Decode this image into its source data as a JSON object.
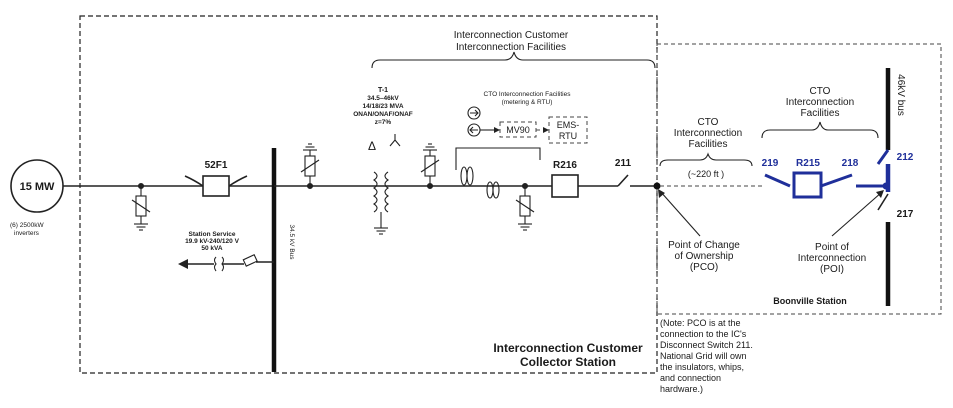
{
  "source": {
    "rating": "15 MW",
    "inverters": "(6) 2500kW inverters"
  },
  "breaker_52f1": "52F1",
  "station_service": {
    "title": "Station Service",
    "voltage": "19.9 kV-240/120 V",
    "rating": "50 kVA"
  },
  "bus_34kv": "34.5 kV Bus",
  "transformer": {
    "name": "T-1",
    "voltage": "34.5–46kV",
    "rating": "14/18/23 MVA",
    "cooling": "ONAN/ONAF/ONAF",
    "impedance": "z=7%"
  },
  "ic_facilities": {
    "line1": "Interconnection Customer",
    "line2": "Interconnection Facilities"
  },
  "cto_metering": {
    "title": "CTO Interconnection Facilities",
    "subtitle": "(metering & RTU)",
    "mv90": "MV90",
    "ems_line1": "EMS-",
    "ems_line2": "RTU"
  },
  "breaker_r216": "R216",
  "switch_211": "211",
  "cto_mid": {
    "line1": "CTO",
    "line2": "Interconnection",
    "line3": "Facilities",
    "distance": "(~220 ft )"
  },
  "pco": {
    "line1": "Point of Change",
    "line2": "of Ownership",
    "line3": "(PCO)"
  },
  "note": {
    "line1": "(Note: PCO is at the",
    "line2": "connection to the IC's",
    "line3": "Disconnect Switch 211.",
    "line4": "National Grid will own",
    "line5": "the insulators, whips,",
    "line6": "and connection",
    "line7": "hardware.)"
  },
  "collector": {
    "line1": "Interconnection Customer",
    "line2": "Collector Station"
  },
  "cto_right": {
    "line1": "CTO",
    "line2": "Interconnection",
    "line3": "Facilities"
  },
  "sw_219": "219",
  "breaker_r215": "R215",
  "sw_218": "218",
  "sw_212": "212",
  "sw_217": "217",
  "bus_46kv": "46kV bus",
  "poi": {
    "line1": "Point of",
    "line2": "Interconnection",
    "line3": "(POI)"
  },
  "boonville": "Boonville Station",
  "colors": {
    "line": "#222222",
    "poi_blue": "#1f2f9a"
  }
}
